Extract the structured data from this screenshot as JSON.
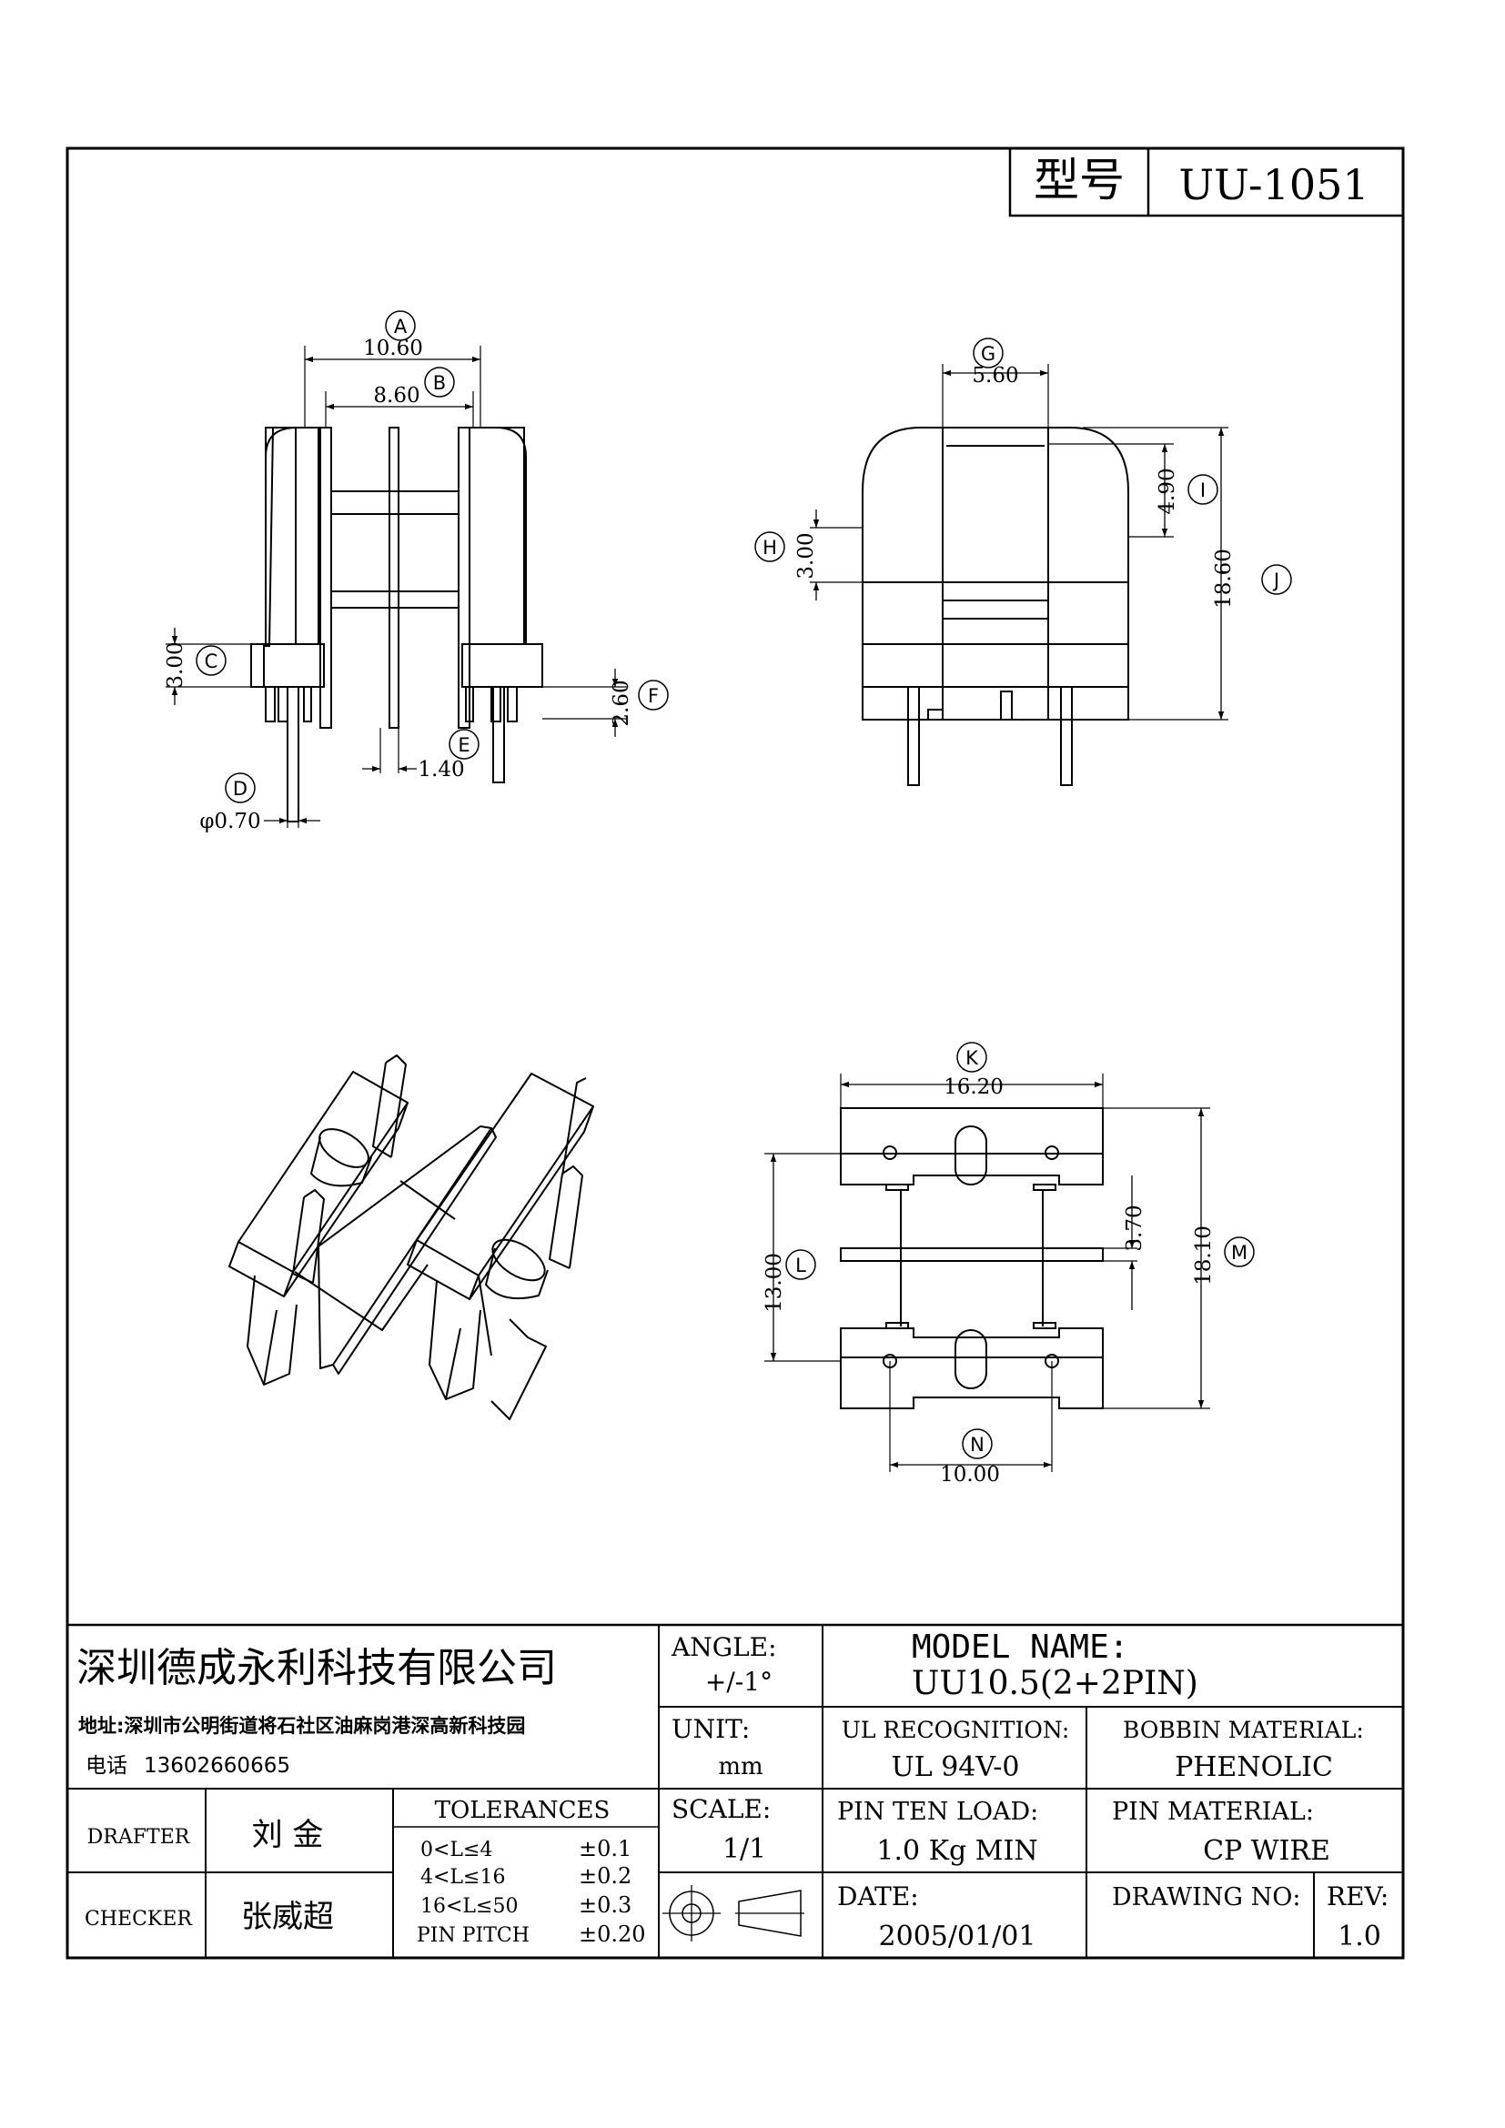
{
  "header": {
    "model_label": "型号",
    "model_value": "UU-1051"
  },
  "dims": {
    "A": {
      "letter": "A",
      "value": "10.60"
    },
    "B": {
      "letter": "B",
      "value": "8.60"
    },
    "C": {
      "letter": "C",
      "value": "3.00"
    },
    "D": {
      "letter": "D",
      "value": "φ0.70"
    },
    "E": {
      "letter": "E",
      "value": "1.40"
    },
    "F": {
      "letter": "F",
      "value": "2.60"
    },
    "G": {
      "letter": "G",
      "value": "5.60"
    },
    "H": {
      "letter": "H",
      "value": "3.00"
    },
    "I": {
      "letter": "I",
      "value": "4.90"
    },
    "J": {
      "letter": "J",
      "value": "18.60"
    },
    "K": {
      "letter": "K",
      "value": "16.20"
    },
    "L": {
      "letter": "L",
      "value": "13.00"
    },
    "M": {
      "letter": "M",
      "value": "18.10"
    },
    "N": {
      "letter": "N",
      "value": "10.00"
    },
    "P": {
      "value": "3.70"
    }
  },
  "title_block": {
    "company": "深圳德成永利科技有限公司",
    "address": "地址:深圳市公明街道将石社区油麻岗港深高新科技园",
    "phone_label": "电话",
    "phone": "13602660665",
    "angle_label": "ANGLE:",
    "angle_value": "+/-1°",
    "model_name_label": "MODEL NAME:",
    "model_name_value": "UU10.5(2+2PIN)",
    "unit_label": "UNIT:",
    "unit_value": "mm",
    "ul_label": "UL RECOGNITION:",
    "ul_value": "UL 94V-0",
    "bobbin_label": "BOBBIN MATERIAL:",
    "bobbin_value": "PHENOLIC",
    "scale_label": "SCALE:",
    "scale_value": "1/1",
    "pin_load_label": "PIN TEN LOAD:",
    "pin_load_value": "1.0 Kg MIN",
    "pin_material_label": "PIN MATERIAL:",
    "pin_material_value": "CP WIRE",
    "date_label": "DATE:",
    "date_value": "2005/01/01",
    "drawing_no_label": "DRAWING NO:",
    "drawing_no_value": "",
    "rev_label": "REV:",
    "rev_value": "1.0",
    "drafter_label": "DRAFTER",
    "drafter_value": "刘 金",
    "checker_label": "CHECKER",
    "checker_value": "张威超",
    "tolerances_label": "TOLERANCES",
    "tolerances": [
      {
        "range": "0<L≤4",
        "value": "±0.1"
      },
      {
        "range": "4<L≤16",
        "value": "±0.2"
      },
      {
        "range": "16<L≤50",
        "value": "±0.3"
      },
      {
        "range": "PIN PITCH",
        "value": "±0.20"
      }
    ]
  }
}
